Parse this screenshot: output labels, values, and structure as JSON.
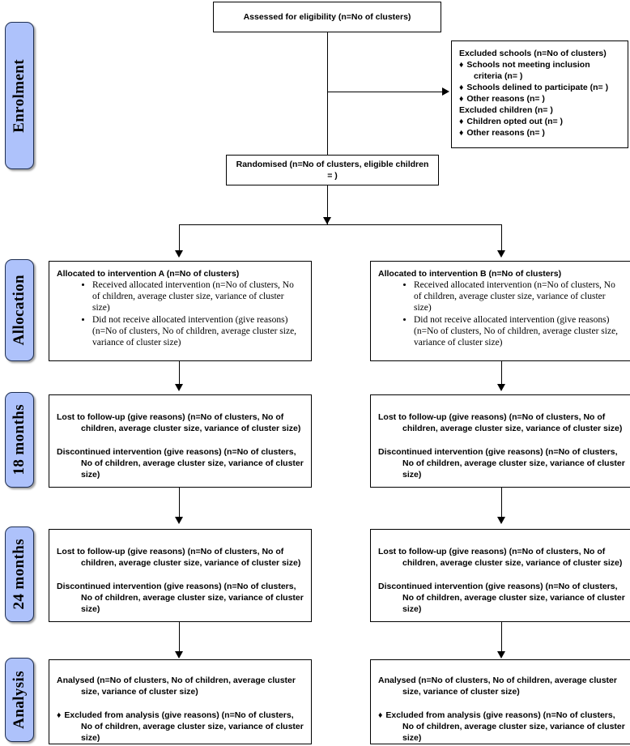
{
  "diagram": {
    "title": "CONSORT cluster randomised trial flow diagram",
    "accent_blue": "#aec2fb",
    "label_border": "#1f2f52",
    "line_color": "#000000"
  },
  "stages": [
    {
      "id": "enrolment",
      "label": "Enrolment"
    },
    {
      "id": "allocation",
      "label": "Allocation"
    },
    {
      "id": "months18",
      "label": "18 months"
    },
    {
      "id": "months24",
      "label": "24 months"
    },
    {
      "id": "analysis",
      "label": "Analysis"
    }
  ],
  "nodes": {
    "assessed": {
      "text": "Assessed for eligibility (n=No of clusters)"
    },
    "excluded": {
      "line1": "Excluded schools (n=No of clusters)",
      "bullet1": "Schools not meeting inclusion criteria (n= )",
      "bullet2": "Schools delined to participate (n= )",
      "bullet3": "Other reasons (n= )",
      "line2": "Excluded children (n= )",
      "bullet4": "Children opted out (n= )",
      "bullet5": "Other reasons (n= )",
      "bullet_glyph": "♦"
    },
    "randomised": {
      "text": "Randomised (n=No of clusters, eligible children =  )"
    },
    "alloc_a": {
      "heading": "Allocated to intervention A (n=No of clusters)",
      "items": [
        "Received allocated intervention (n=No of clusters, No of children, average cluster size, variance of cluster size)",
        "Did not receive allocated intervention (give reasons) (n=No of clusters, No of children, average cluster size, variance of cluster size)"
      ]
    },
    "alloc_b": {
      "heading": "Allocated to intervention B (n=No of clusters)",
      "items": [
        "Received allocated intervention (n=No of clusters, No of children, average cluster size, variance of cluster size)",
        "Did not receive allocated intervention (give reasons) (n=No of clusters, No of children, average cluster size, variance of cluster size)"
      ]
    },
    "fu18_a": {
      "lost": "Lost to follow-up (give reasons) (n=No of clusters, No of children, average cluster size, variance of cluster size)",
      "discontinued": "Discontinued intervention (give reasons) (n=No of clusters, No of children, average cluster size, variance of cluster size)"
    },
    "fu18_b": {
      "lost": "Lost to follow-up (give reasons) (n=No of clusters, No of children, average cluster size, variance of cluster size)",
      "discontinued": "Discontinued intervention (give reasons) (n=No of clusters, No of children, average cluster size, variance of cluster size)"
    },
    "fu24_a": {
      "lost": "Lost to follow-up (give reasons) (n=No of clusters, No of children, average cluster size, variance of cluster size)",
      "discontinued": "Discontinued intervention (give reasons) (n=No of clusters, No of children, average cluster size, variance of cluster size)"
    },
    "fu24_b": {
      "lost": "Lost to follow-up (give reasons) (n=No of clusters, No of children, average cluster size, variance of cluster size)",
      "discontinued": "Discontinued intervention (give reasons) (n=No of clusters, No of children, average cluster size, variance of cluster size)"
    },
    "analysis_a": {
      "analysed": "Analysed (n=No of clusters, No of children, average cluster size, variance of cluster size)",
      "bullet_glyph": "♦",
      "excluded": "Excluded from analysis (give reasons) (n=No of clusters, No of children, average cluster size, variance of cluster size)"
    },
    "analysis_b": {
      "analysed": "Analysed (n=No of clusters, No of children, average cluster size, variance of cluster size)",
      "bullet_glyph": "♦",
      "excluded": "Excluded from analysis (give reasons) (n=No of clusters, No of children, average cluster size, variance of cluster size)"
    }
  }
}
